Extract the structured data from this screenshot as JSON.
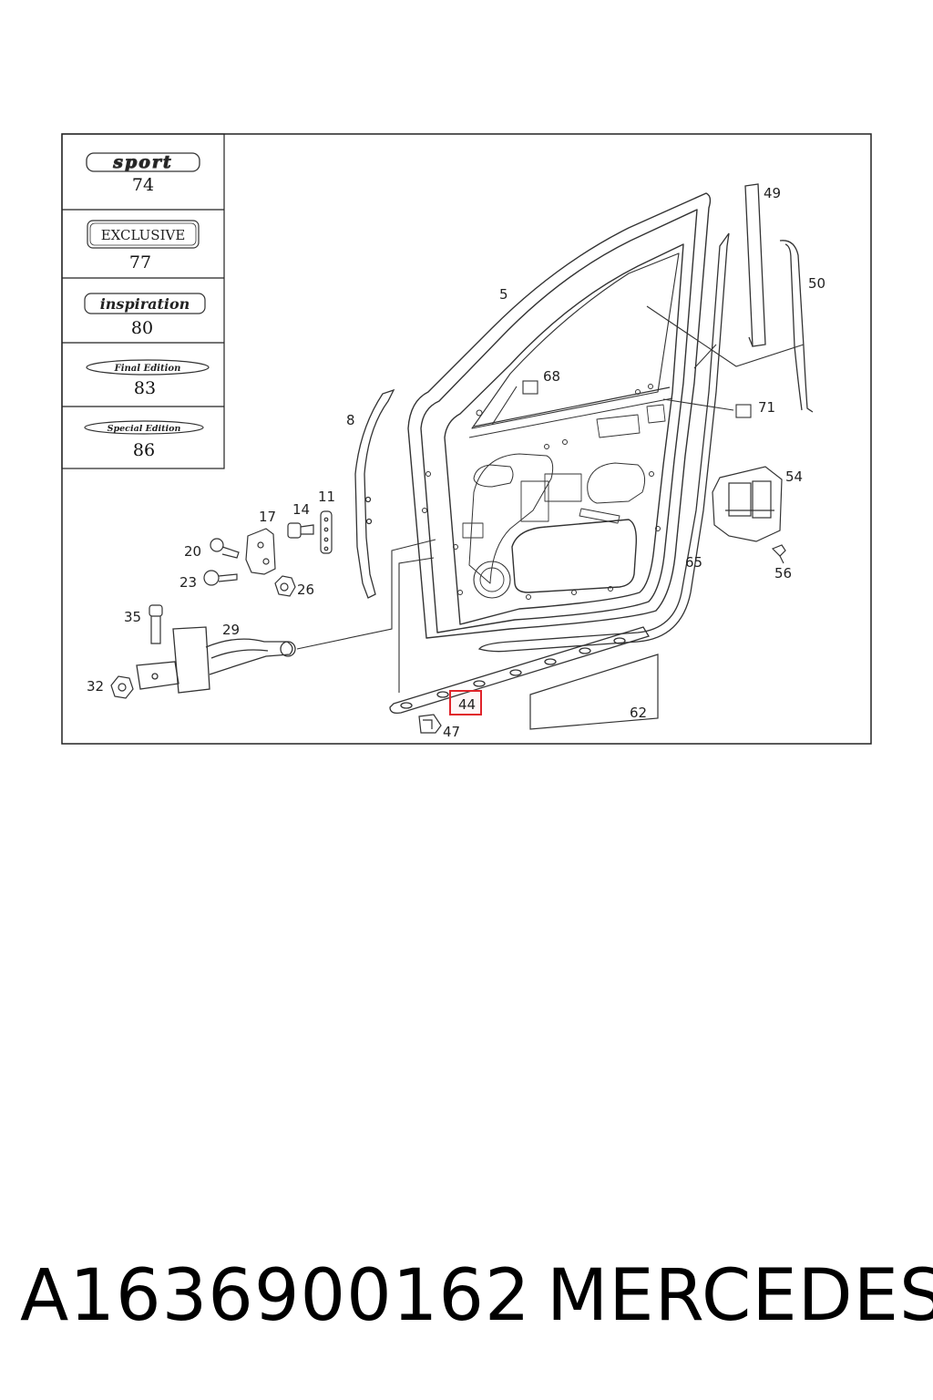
{
  "badges": [
    {
      "text": "sport",
      "number": "74"
    },
    {
      "text": "EXCLUSIVE",
      "number": "77"
    },
    {
      "text": "inspiration",
      "number": "80"
    },
    {
      "text": "Final Edition",
      "number": "83"
    },
    {
      "text": "Special Edition",
      "number": "86"
    }
  ],
  "callouts": {
    "c5": "5",
    "c8": "8",
    "c11": "11",
    "c14": "14",
    "c17": "17",
    "c20": "20",
    "c23": "23",
    "c26": "26",
    "c29": "29",
    "c32": "32",
    "c35": "35",
    "c44": "44",
    "c47": "47",
    "c49": "49",
    "c50": "50",
    "c54": "54",
    "c56": "56",
    "c62": "62",
    "c65": "65",
    "c68": "68",
    "c71": "71"
  },
  "highlight_color": "#e0242b",
  "footer": {
    "part_number": "A1636900162",
    "brand": "MERCEDES"
  }
}
